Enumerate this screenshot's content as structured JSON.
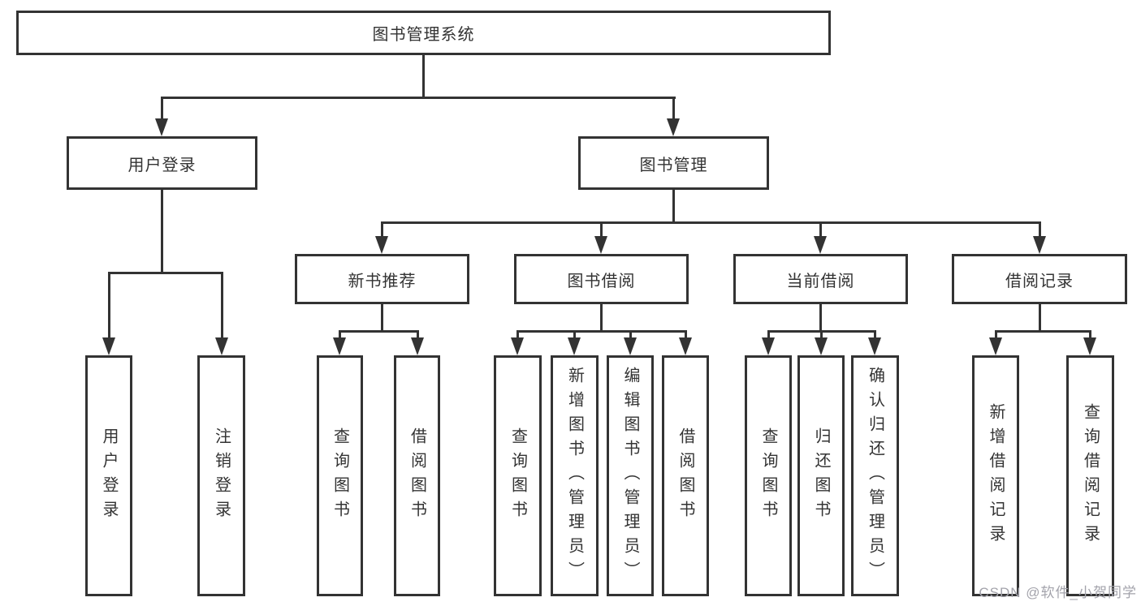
{
  "diagram": {
    "root": {
      "label": "图书管理系统",
      "children": [
        {
          "label": "用户登录",
          "children": [
            {
              "label": "用户登录"
            },
            {
              "label": "注销登录"
            }
          ]
        },
        {
          "label": "图书管理",
          "children": [
            {
              "label": "新书推荐",
              "children": [
                {
                  "label": "查询图书"
                },
                {
                  "label": "借阅图书"
                }
              ]
            },
            {
              "label": "图书借阅",
              "children": [
                {
                  "label": "查询图书"
                },
                {
                  "label": "新增图书（管理员）"
                },
                {
                  "label": "编辑图书（管理员）"
                },
                {
                  "label": "借阅图书"
                }
              ]
            },
            {
              "label": "当前借阅",
              "children": [
                {
                  "label": "查询图书"
                },
                {
                  "label": "归还图书"
                },
                {
                  "label": "确认归还（管理员）"
                }
              ]
            },
            {
              "label": "借阅记录",
              "children": [
                {
                  "label": "新增借阅记录"
                },
                {
                  "label": "查询借阅记录"
                }
              ]
            }
          ]
        }
      ]
    }
  },
  "watermark": {
    "text": "CSDN @软件_小贺同学"
  },
  "colors": {
    "line": "#333333",
    "text": "#333333",
    "background": "#ffffff",
    "watermark": "#a3a3ab"
  }
}
